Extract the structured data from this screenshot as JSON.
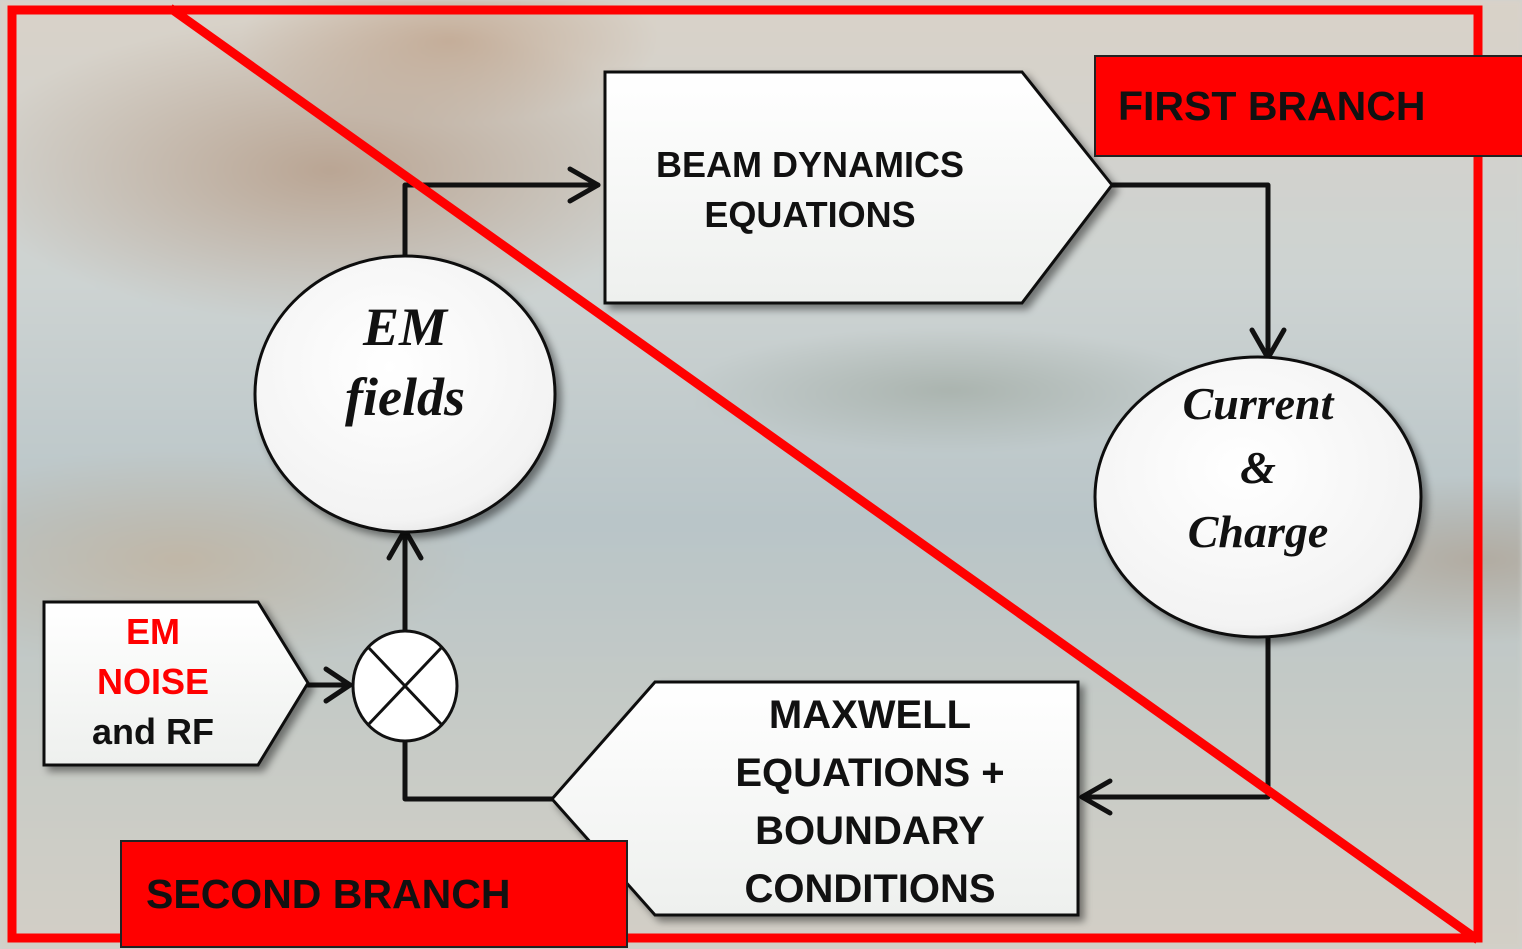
{
  "nodes": {
    "beam_dynamics": {
      "lines": [
        "BEAM DYNAMICS",
        "EQUATIONS"
      ]
    },
    "em_fields": {
      "lines": [
        "EM",
        "fields"
      ]
    },
    "current_charge": {
      "lines": [
        "Current",
        "&",
        "Charge"
      ]
    },
    "maxwell": {
      "lines": [
        "MAXWELL",
        "EQUATIONS +",
        "BOUNDARY",
        "CONDITIONS"
      ]
    },
    "noise": {
      "line1": "EM",
      "line2": "NOISE",
      "line3": "and RF"
    }
  },
  "branches": {
    "first": "FIRST BRANCH",
    "second": "SECOND BRANCH"
  },
  "colors": {
    "frame": "#ff0000",
    "branch_fill": "#ff0000",
    "noise_text": "#ff0000",
    "arrow": "#111111"
  },
  "icons": {
    "mixer": "circle-with-x (multiplier/summing junction)"
  }
}
